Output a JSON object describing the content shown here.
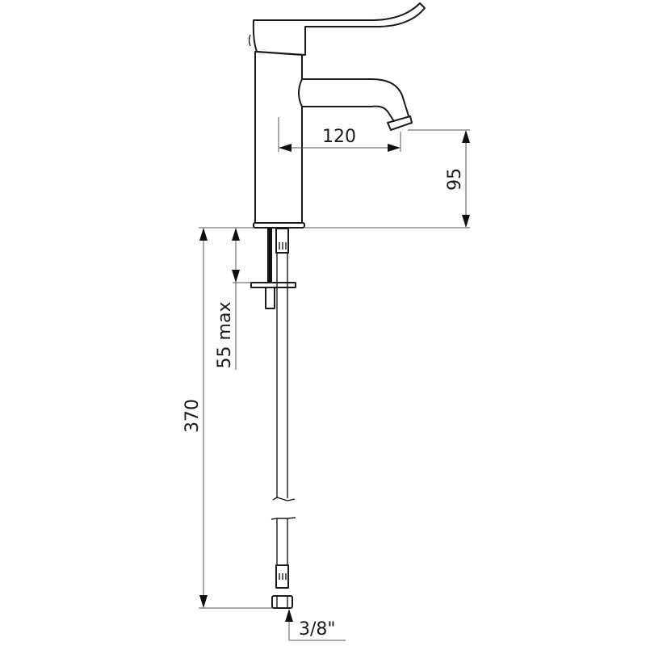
{
  "drawing": {
    "subject": "Single-lever basin mixer faucet, side view",
    "dimensions": {
      "spout_reach": "120",
      "spout_height": "95",
      "max_deck_thickness": "55 max",
      "hose_length": "370",
      "connection_size": "3/8\""
    },
    "colors": {
      "line": "#1a1a1a",
      "dimension_line": "#555555",
      "background": "#ffffff"
    }
  }
}
